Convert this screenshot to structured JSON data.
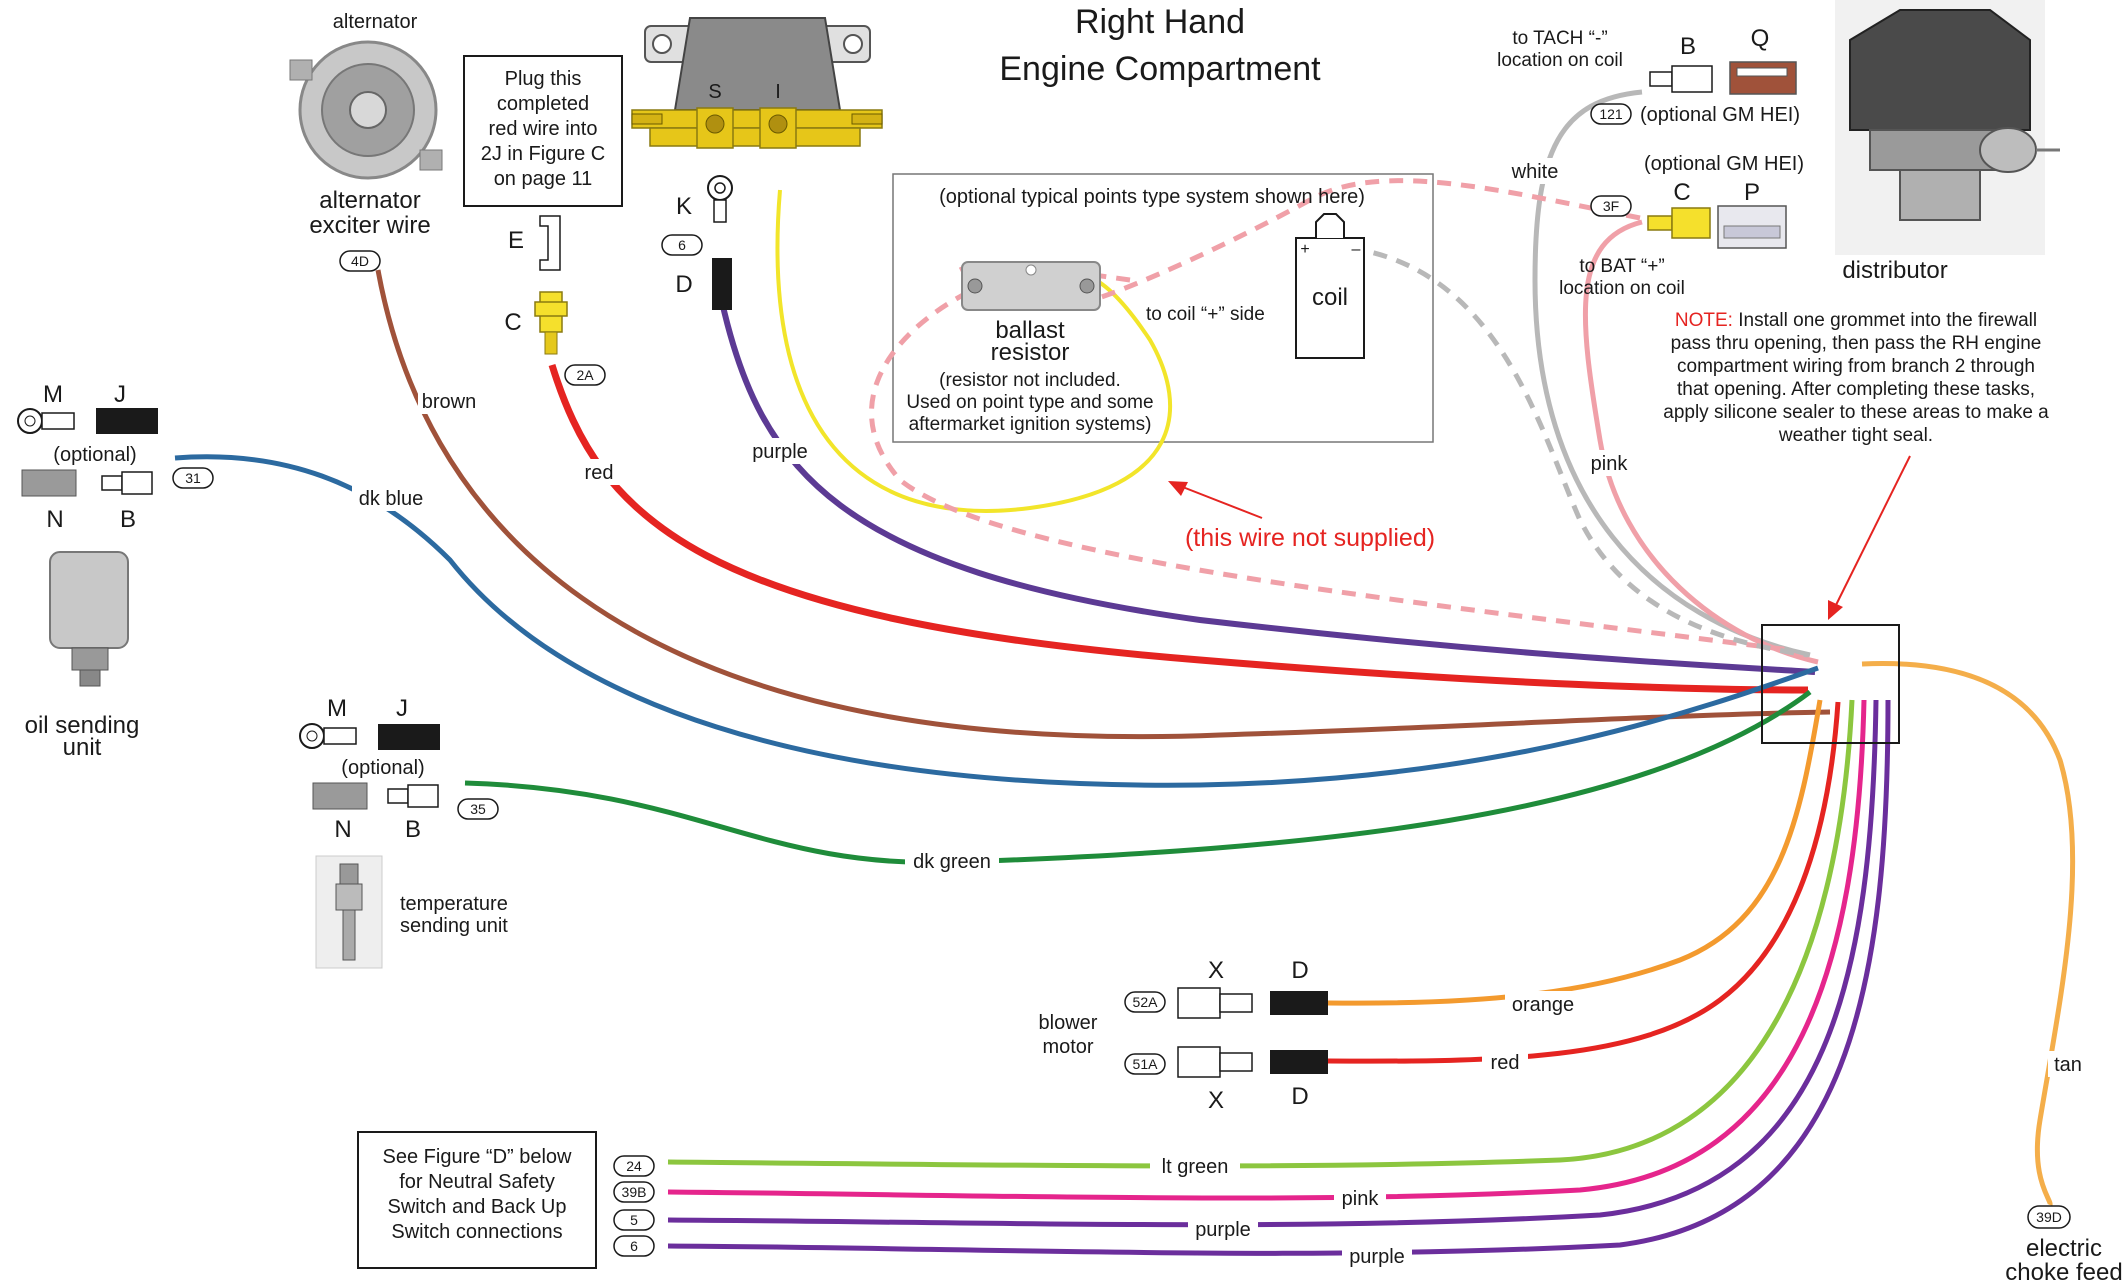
{
  "title": {
    "line1": "Right Hand",
    "line2": "Engine Compartment"
  },
  "components": {
    "alternator": {
      "label_top": "alternator",
      "label_line1": "alternator",
      "label_line2": "exciter wire",
      "circuit": "4D"
    },
    "plug_note": {
      "lines": [
        "Plug this",
        "completed",
        "red wire into",
        "2J in Figure C",
        "on page 11"
      ]
    },
    "connector_E": "E",
    "connector_C_red": "C",
    "red_circuit": "2A",
    "solenoid": {
      "terminal_S": "S",
      "terminal_I": "I"
    },
    "ring_K": "K",
    "purple_circuit": "6",
    "connector_D_purple": "D",
    "optional_points": {
      "caption": "(optional typical points type system shown here)",
      "ballast_line1": "ballast",
      "ballast_line2": "resistor",
      "note_lines": [
        "(resistor not included.",
        "Used on point type and some",
        "aftermarket ignition systems)"
      ],
      "to_coil": "to coil “+” side",
      "coil": "coil",
      "plus": "+",
      "minus": "–"
    },
    "not_supplied": "(this wire not supplied)",
    "tach": {
      "line1": "to TACH “-”",
      "line2": "location on coil",
      "connector_B": "B",
      "connector_Q": "Q",
      "circuit": "121",
      "optional": "(optional GM HEI)"
    },
    "bat": {
      "optional": "(optional GM HEI)",
      "connector_C": "C",
      "connector_P": "P",
      "circuit": "3F",
      "line1": "to BAT “+”",
      "line2": "location on coil"
    },
    "distributor": "distributor",
    "note": {
      "prefix": "NOTE:",
      "line1": " Install one grommet into the firewall",
      "lines": [
        "pass thru opening, then pass the RH engine",
        "compartment wiring from branch 2 through",
        "that opening. After completing these tasks,",
        "apply silicone sealer to these areas to make a",
        "weather tight seal."
      ]
    },
    "oil_sender": {
      "M": "M",
      "J": "J",
      "optional": "(optional)",
      "N": "N",
      "B": "B",
      "circuit": "31",
      "line1": "oil sending",
      "line2": "unit"
    },
    "temp_sender": {
      "M": "M",
      "J": "J",
      "optional": "(optional)",
      "N": "N",
      "B": "B",
      "circuit": "35",
      "line1": "temperature",
      "line2": "sending unit"
    },
    "blower": {
      "line1": "blower",
      "line2": "motor",
      "X_top": "X",
      "D_top": "D",
      "X_bottom": "X",
      "D_bottom": "D",
      "circuit_top": "52A",
      "circuit_bottom": "51A"
    },
    "figure_d_note": {
      "lines": [
        "See Figure “D” below",
        "for Neutral Safety",
        "Switch and Back Up",
        "Switch connections"
      ]
    },
    "choke": {
      "circuit": "39D",
      "line1": "electric",
      "line2": "choke feed"
    }
  },
  "wires": {
    "brown": "brown",
    "red": "red",
    "purple": "purple",
    "dk_blue": "dk blue",
    "dk_green": "dk green",
    "white": "white",
    "pink": "pink",
    "orange": "orange",
    "red_blower": "red",
    "tan": "tan",
    "lt_green": "lt green",
    "pink_bottom": "pink",
    "purple_5": "purple",
    "purple_6": "purple"
  },
  "bottom_circuits": [
    "24",
    "39B",
    "5",
    "6"
  ],
  "colors": {
    "brown": "#a0523a",
    "red": "#e52421",
    "purple": "#5c3a94",
    "yellow": "#f2e52a",
    "dk_blue": "#2c6aa0",
    "dk_green": "#1f8c3a",
    "white_wire": "#b8b8b8",
    "pink": "#f0a0a8",
    "orange": "#f39a2e",
    "tan": "#f4ae4a",
    "lt_green": "#8cc63f",
    "magenta": "#e5258c",
    "bottom_purple": "#6b2e9c",
    "connector_yellow": "#f5e02c",
    "note_red": "#e52421"
  }
}
